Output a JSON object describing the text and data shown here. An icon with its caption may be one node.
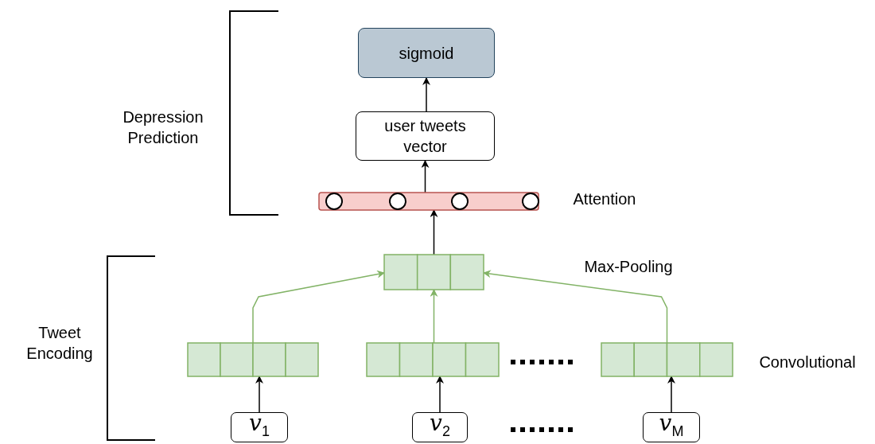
{
  "diagram": {
    "nodes": [
      {
        "text": [
          "sigmoid"
        ]
      },
      {
        "text": [
          "user tweets vector"
        ]
      },
      {
        "text": [],
        "shape": "bar"
      },
      {
        "text": [],
        "shape": "bar"
      },
      {
        "text": [],
        "shape": "bar"
      },
      {
        "text": [],
        "shape": "bar"
      },
      {
        "text": [],
        "shape": "bar"
      },
      {
        "text": [
          "*v*$_{1}$"
        ]
      },
      {
        "text": [
          "*v*$_{2}$"
        ]
      },
      {
        "text": [
          "*v*$_{M}$"
        ]
      }
    ],
    "edges": [
      {
        "from": 1,
        "to": 0,
        "arrow": "to"
      },
      {
        "from": 2,
        "to": 1,
        "arrow": "to"
      },
      {
        "from": 3,
        "to": 2,
        "arrow": "to"
      },
      {
        "from": 4,
        "to": 3,
        "arrow": "to",
        "color": "#82b366"
      },
      {
        "from": 5,
        "to": 3,
        "arrow": "to",
        "color": "#82b366"
      },
      {
        "from": 6,
        "to": 3,
        "arrow": "to",
        "color": "#82b366"
      },
      {
        "from": 7,
        "to": 4,
        "arrow": "to"
      },
      {
        "from": 8,
        "to": 5,
        "arrow": "to"
      },
      {
        "from": 9,
        "to": 6,
        "arrow": "to"
      }
    ],
    "labels": [
      "Depression Prediction",
      "Attention",
      "Max-Pooling",
      "Tweet Encoding",
      "Convolutional"
    ]
  }
}
